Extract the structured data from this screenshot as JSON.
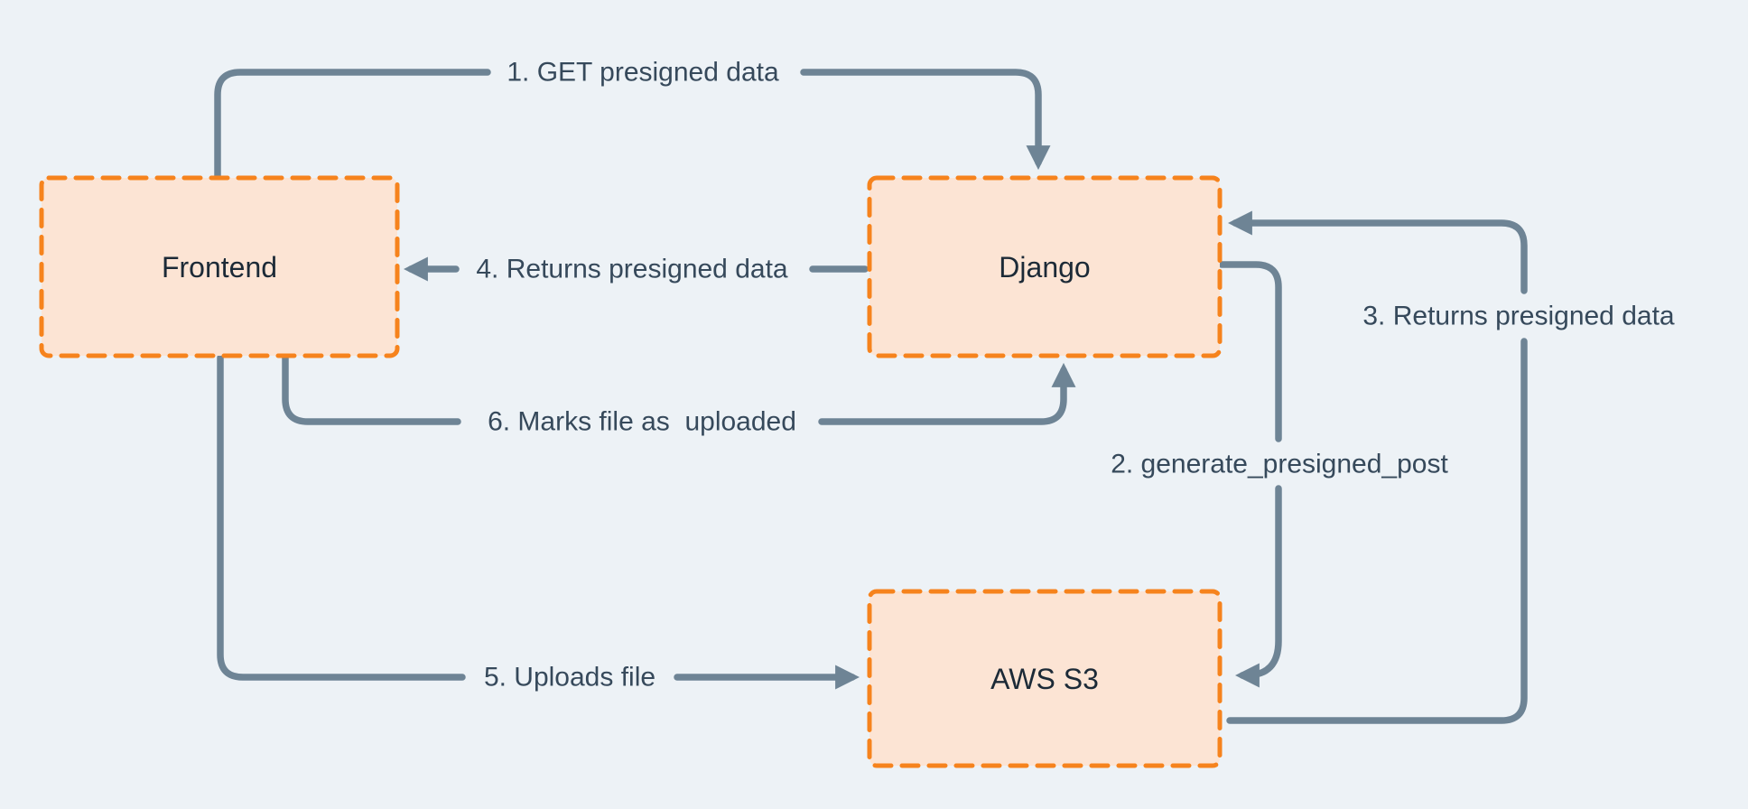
{
  "diagram": {
    "type": "flow-diagram",
    "colors": {
      "background": "#edf2f6",
      "node_fill": "#fce4d4",
      "node_border": "#f6831d",
      "node_label": "#1c2a37",
      "arrow": "#6e8495",
      "edge_label": "#36495b"
    },
    "nodes": [
      {
        "id": "frontend",
        "label": "Frontend"
      },
      {
        "id": "django",
        "label": "Django"
      },
      {
        "id": "aws-s3",
        "label": "AWS S3"
      }
    ],
    "edges": [
      {
        "label": "1. GET presigned data",
        "from": "Frontend",
        "to": "Django"
      },
      {
        "label": "2. generate_presigned_post",
        "from": "Django",
        "to": "AWS S3"
      },
      {
        "label": "3. Returns presigned data",
        "from": "AWS S3",
        "to": "Django"
      },
      {
        "label": "4. Returns presigned data",
        "from": "Django",
        "to": "Frontend"
      },
      {
        "label": "5. Uploads file",
        "from": "Frontend",
        "to": "AWS S3"
      },
      {
        "label": "6. Marks file as  uploaded",
        "from": "Frontend",
        "to": "Django"
      }
    ]
  }
}
